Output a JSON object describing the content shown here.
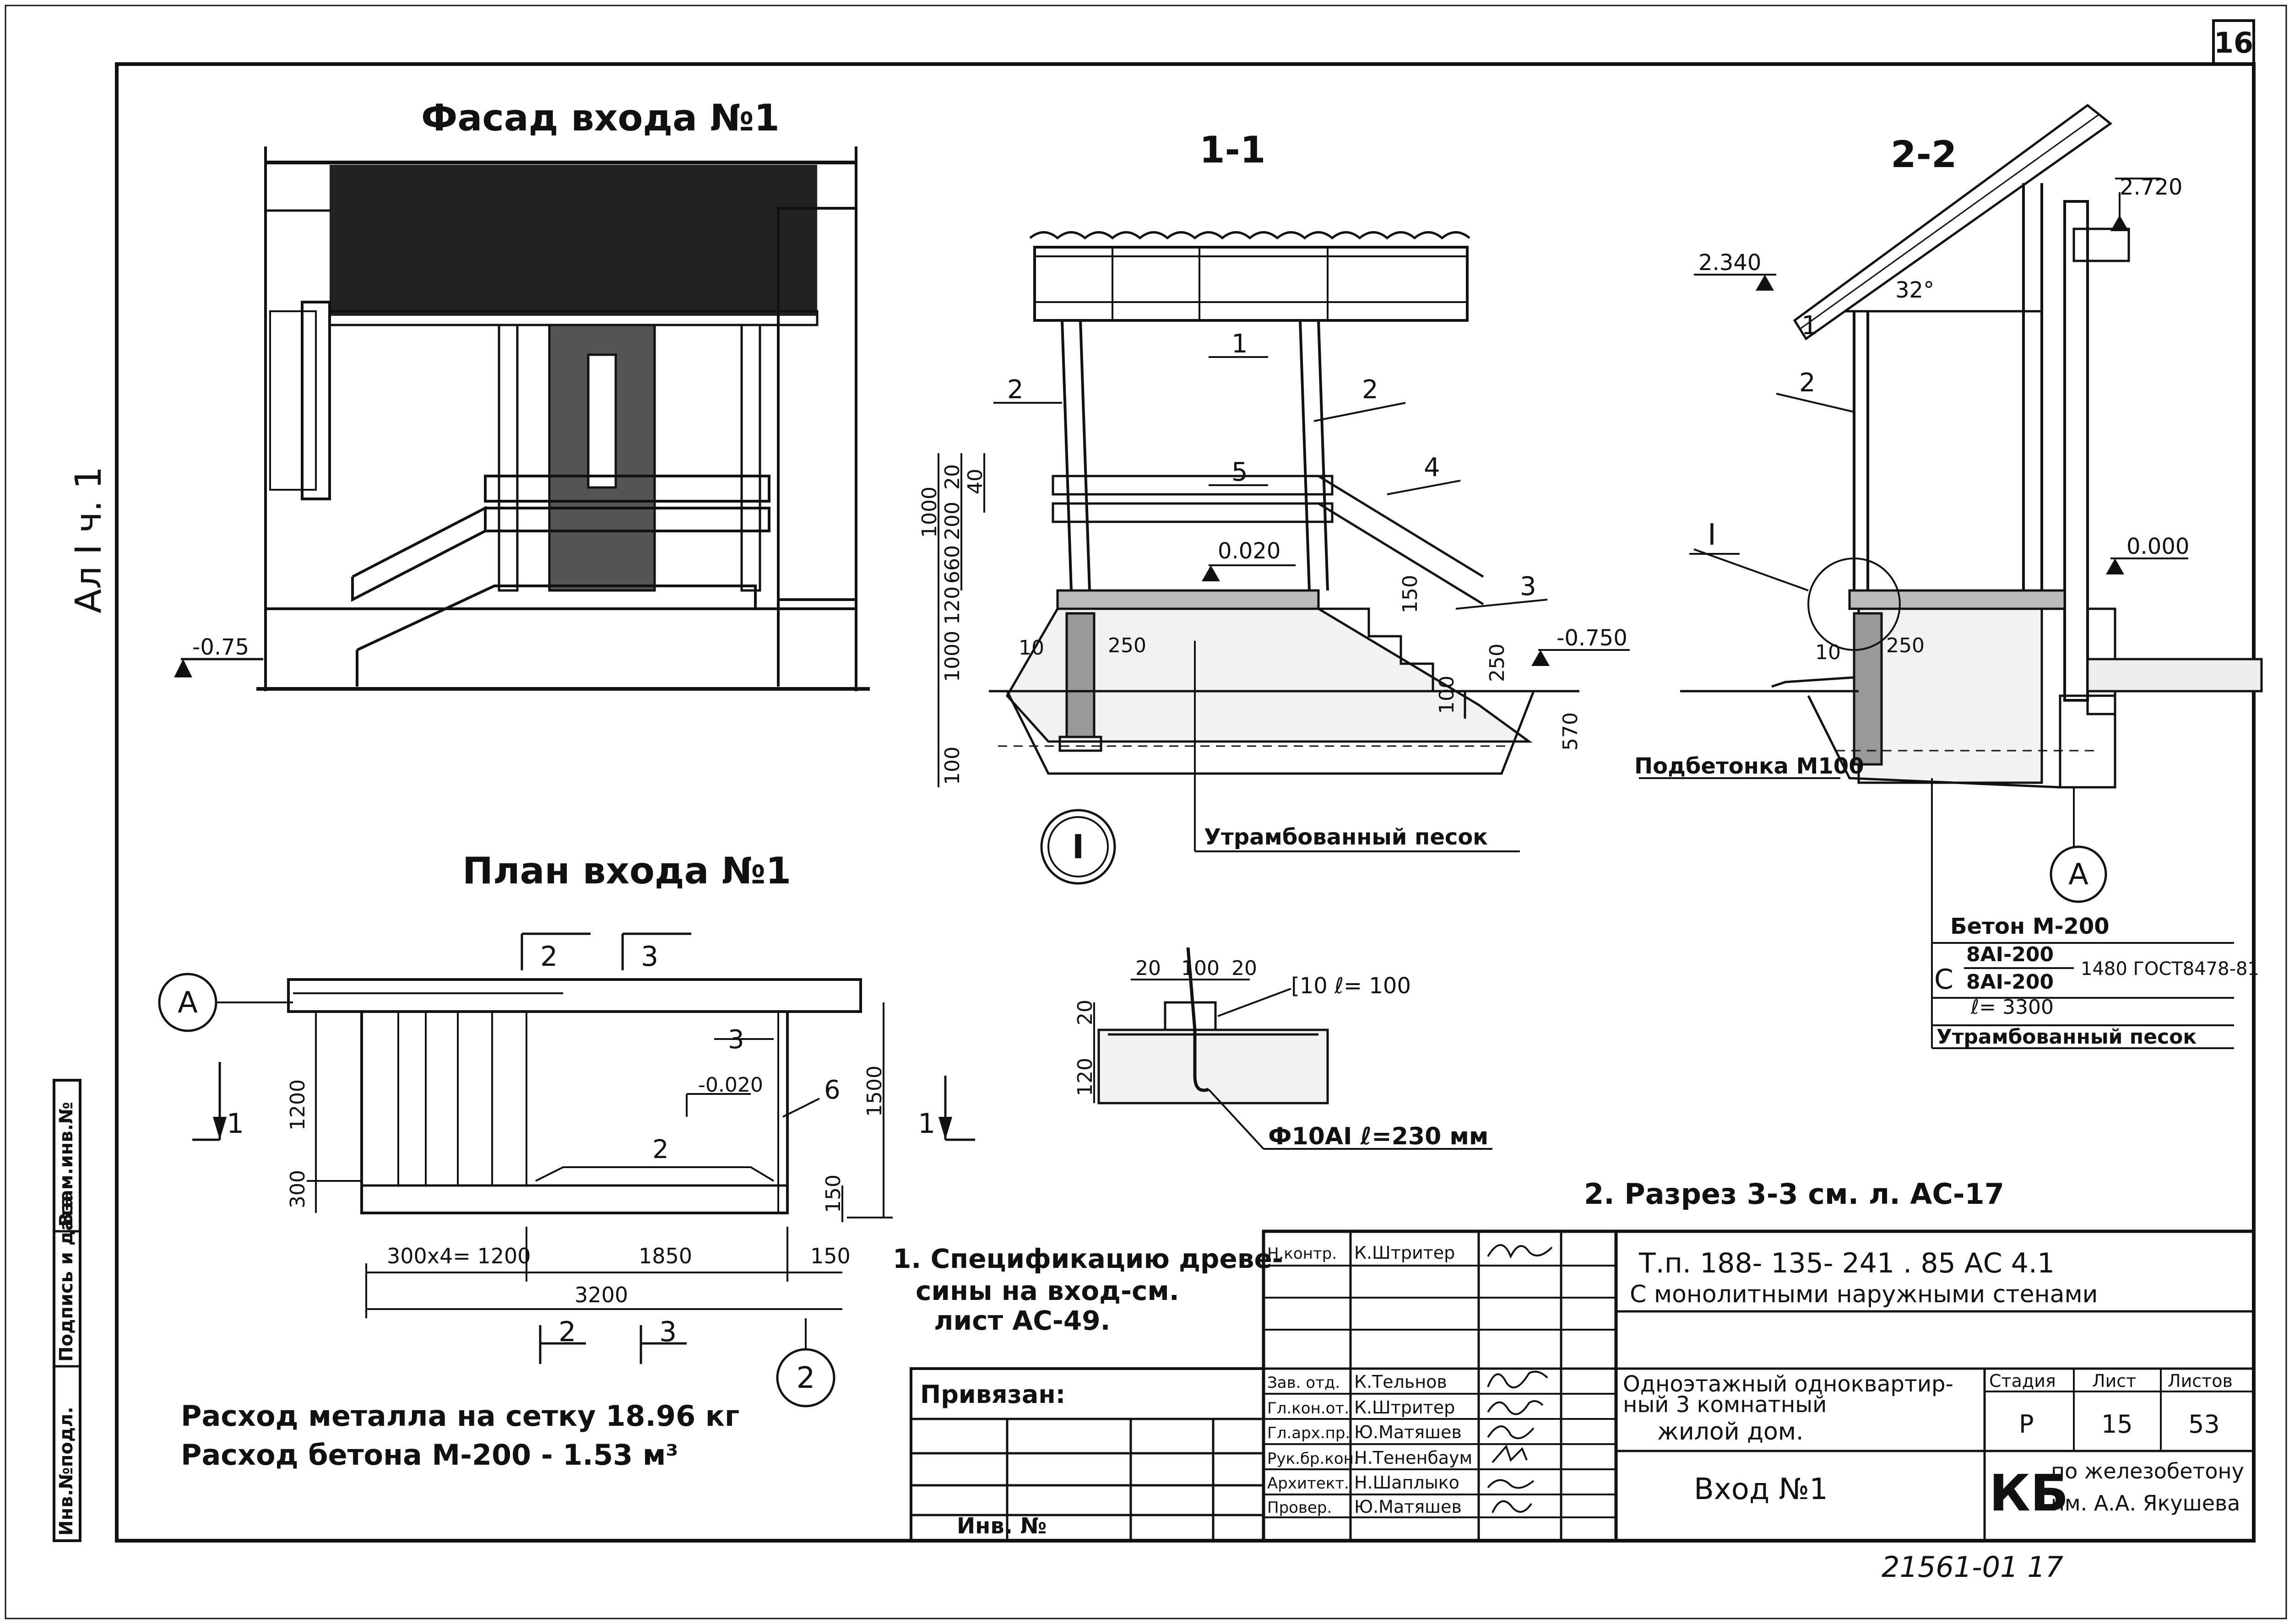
{
  "sheet": {
    "number": "16",
    "side_label": "Ал I ч. 1",
    "bottom_code": "21561-01 17"
  },
  "left_strip": {
    "labels": [
      "Инв.№подл.",
      "Подпись и дата",
      "Взам.инв.№"
    ]
  },
  "facade": {
    "title": "Фасад входа №1",
    "level": "-0.75"
  },
  "section_1_1": {
    "title": "1-1",
    "dims": [
      "1000",
      "200",
      "20",
      "40",
      "660",
      "120",
      "1000",
      "100",
      "10",
      "250",
      "150",
      "250",
      "100",
      "570"
    ],
    "marks": [
      "1",
      "2",
      "2",
      "3",
      "4",
      "5"
    ],
    "levels": [
      "0.020",
      "-0.750"
    ],
    "node_mark": "I",
    "sand_label": "Утрамбованный песок"
  },
  "section_2_2": {
    "title": "2-2",
    "levels": [
      "2.720",
      "2.340",
      "0.000"
    ],
    "angle": "32°",
    "marks": [
      "1",
      "2"
    ],
    "node_callout": "I",
    "dims": [
      "10",
      "250"
    ],
    "concrete_label": "Подбетонка М100",
    "axis": "А",
    "spec": {
      "line1": "Бетон М-200",
      "prefix": "С",
      "top": "8АI-200",
      "bottom": "8АI-200",
      "mid": "1480 ГОСТ8478-81",
      "length": "ℓ= 3300",
      "line3": "Утрамбованный песок"
    }
  },
  "detail": {
    "dims_top": [
      "20",
      "100",
      "20"
    ],
    "dims_left": [
      "20",
      "120"
    ],
    "channel": "[10 ℓ= 100",
    "rod": "Ф10АI ℓ=230 мм"
  },
  "plan": {
    "title": "План входа №1",
    "axis_a": "А",
    "axis_2": "2",
    "cuts_top": [
      "2",
      "3"
    ],
    "cuts_bottom": [
      "2",
      "3"
    ],
    "cut_side": "1",
    "marks": [
      "3",
      "6",
      "2"
    ],
    "level": "-0.020",
    "dims_left": [
      "1200",
      "300"
    ],
    "dims_right": [
      "1500",
      "150"
    ],
    "dims_bottom": [
      "300х4= 1200",
      "1850",
      "150",
      "3200"
    ]
  },
  "consumption": {
    "metal": "Расход металла на сетку 18.96 кг",
    "concrete": "Расход бетона М-200 - 1.53 м³"
  },
  "notes": {
    "n1": [
      "1. Спецификацию древе-",
      "сины на вход-см.",
      "лист АС-49."
    ],
    "n2": "2. Разрез 3-3 см. л. АС-17"
  },
  "binding": {
    "label": "Привязан:",
    "inv": "Инв. №"
  },
  "stamp": {
    "rows": [
      {
        "role": "Н.контр.",
        "name": "К.Штритер"
      },
      {
        "role": "Зав. отд.",
        "name": "К.Тельнов"
      },
      {
        "role": "Гл.кон.от.",
        "name": "К.Штритер"
      },
      {
        "role": "Гл.арх.пр.",
        "name": "Ю.Матяшев"
      },
      {
        "role": "Рук.бр.кон.",
        "name": "Н.Тененбаум"
      },
      {
        "role": "Архитект.",
        "name": "Н.Шаплыко"
      },
      {
        "role": "Провер.",
        "name": "Ю.Матяшев"
      }
    ],
    "project_line1": "Т.п. 188- 135- 241 . 85 АС 4.1",
    "project_line2": "С монолитными наружными стенами",
    "object_line1": "Одноэтажный одноквартир-",
    "object_line2": "ный 3 комнатный",
    "object_line3": "жилой дом.",
    "sheet_name": "Вход №1",
    "stage_label": "Стадия",
    "stage": "Р",
    "list_label": "Лист",
    "list": "15",
    "lists_label": "Листов",
    "lists": "53",
    "org_logo": "КБ",
    "org1": "по железобетону",
    "org2": "им. А.А. Якушева"
  }
}
